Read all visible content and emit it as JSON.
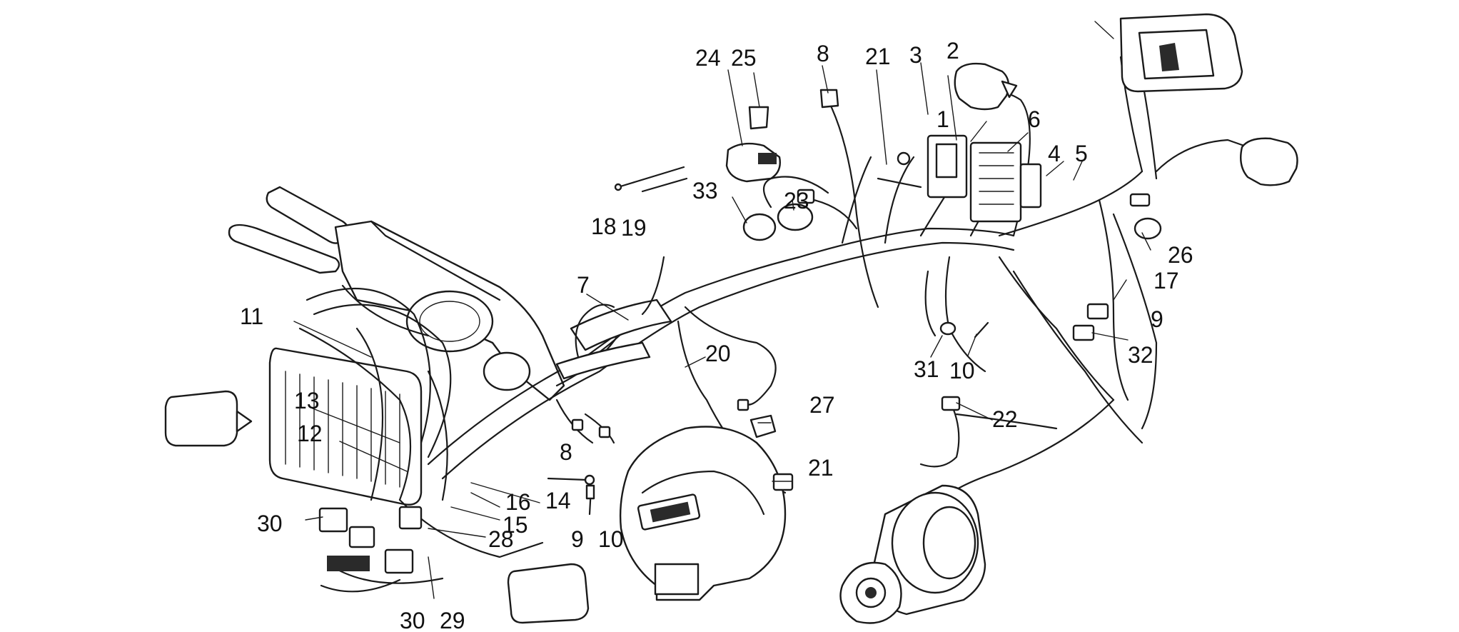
{
  "diagram": {
    "callouts": [
      {
        "id": "c1",
        "text": "1"
      },
      {
        "id": "c2",
        "text": "2"
      },
      {
        "id": "c3",
        "text": "3"
      },
      {
        "id": "c4",
        "text": "4"
      },
      {
        "id": "c5",
        "text": "5"
      },
      {
        "id": "c6",
        "text": "6"
      },
      {
        "id": "c7",
        "text": "7"
      },
      {
        "id": "c8a",
        "text": "8"
      },
      {
        "id": "c8b",
        "text": "8"
      },
      {
        "id": "c9a",
        "text": "9"
      },
      {
        "id": "c9b",
        "text": "9"
      },
      {
        "id": "c10a",
        "text": "10"
      },
      {
        "id": "c10b",
        "text": "10"
      },
      {
        "id": "c11",
        "text": "11"
      },
      {
        "id": "c12",
        "text": "12"
      },
      {
        "id": "c13",
        "text": "13"
      },
      {
        "id": "c14",
        "text": "14"
      },
      {
        "id": "c15",
        "text": "15"
      },
      {
        "id": "c16",
        "text": "16"
      },
      {
        "id": "c17",
        "text": "17"
      },
      {
        "id": "c18",
        "text": "18"
      },
      {
        "id": "c19",
        "text": "19"
      },
      {
        "id": "c20",
        "text": "20"
      },
      {
        "id": "c21a",
        "text": "21"
      },
      {
        "id": "c21b",
        "text": "21"
      },
      {
        "id": "c22",
        "text": "22"
      },
      {
        "id": "c23",
        "text": "23"
      },
      {
        "id": "c24",
        "text": "24"
      },
      {
        "id": "c25",
        "text": "25"
      },
      {
        "id": "c26",
        "text": "26"
      },
      {
        "id": "c27",
        "text": "27"
      },
      {
        "id": "c28",
        "text": "28"
      },
      {
        "id": "c29",
        "text": "29"
      },
      {
        "id": "c30a",
        "text": "30"
      },
      {
        "id": "c30b",
        "text": "30"
      },
      {
        "id": "c31",
        "text": "31"
      },
      {
        "id": "c32",
        "text": "32"
      },
      {
        "id": "c33",
        "text": "33"
      }
    ]
  }
}
